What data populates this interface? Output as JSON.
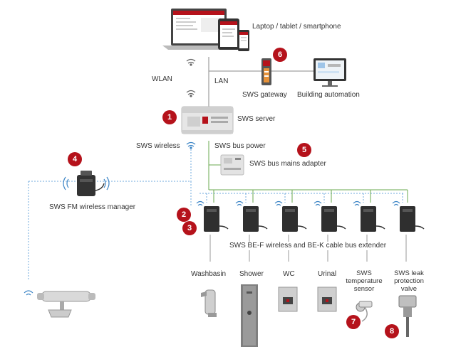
{
  "labels": {
    "device": "Laptop / tablet / smartphone",
    "wlan": "WLAN",
    "lan": "LAN",
    "gateway": "SWS gateway",
    "building": "Building automation",
    "server": "SWS server",
    "wireless": "SWS wireless",
    "buspower": "SWS bus power",
    "mains": "SWS bus mains adapter",
    "fm": "SWS FM wireless manager",
    "extender": "SWS BE-F wireless and BE-K cable bus extender",
    "washbasin": "Washbasin",
    "shower": "Shower",
    "wc": "WC",
    "urinal": "Urinal",
    "temp_l1": "SWS",
    "temp_l2": "temperature",
    "temp_l3": "sensor",
    "leak_l1": "SWS leak",
    "leak_l2": "protection",
    "leak_l3": "valve"
  },
  "badges": {
    "b1": "1",
    "b2": "2",
    "b3": "3",
    "b4": "4",
    "b5": "5",
    "b6": "6",
    "b7": "7",
    "b8": "8"
  },
  "colors": {
    "accent": "#b5121b",
    "bus_line": "#6aa84f",
    "wireless_line": "#6fa8dc",
    "lan_line": "#777777"
  }
}
